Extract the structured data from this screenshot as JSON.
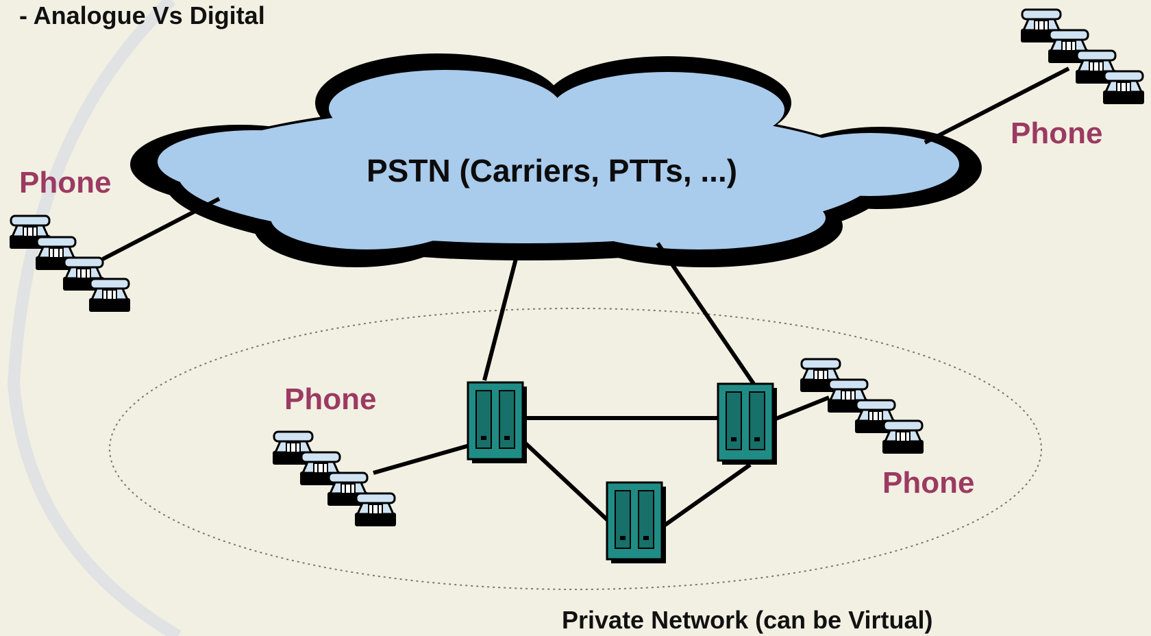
{
  "header": {
    "subtitle": "- Analogue Vs Digital"
  },
  "cloud": {
    "label": "PSTN (Carriers, PTTs, ...)"
  },
  "phone_groups": [
    {
      "id": "left",
      "label": "Phone"
    },
    {
      "id": "top-right",
      "label": "Phone"
    },
    {
      "id": "private-left",
      "label": "Phone"
    },
    {
      "id": "private-right",
      "label": "Phone"
    }
  ],
  "private_network": {
    "label": "Private Network (can be Virtual)"
  },
  "switches": [
    {
      "id": "switch-a"
    },
    {
      "id": "switch-b"
    },
    {
      "id": "switch-c"
    }
  ],
  "colors": {
    "background": "#f2f0e2",
    "cloud_fill": "#a9cbec",
    "cloud_shadow": "#000000",
    "phone_label": "#9b3a62",
    "switch_fill": "#1f8d86",
    "phone_fill": "#cfe3f3"
  },
  "icons": {
    "phone": "telephone-icon",
    "switch": "pbx-switch-icon",
    "cloud": "network-cloud-icon"
  }
}
